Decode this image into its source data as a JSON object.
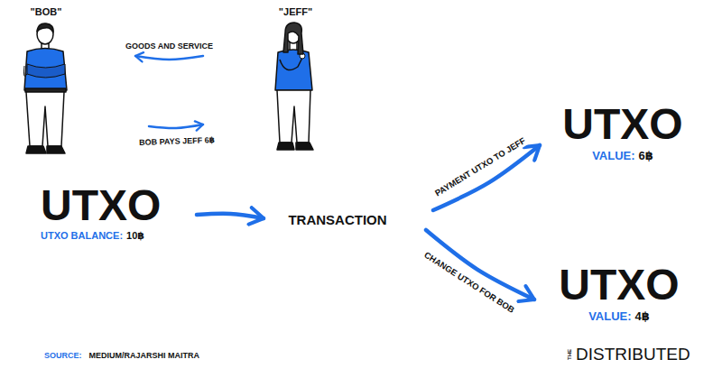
{
  "diagram": {
    "nodes": [
      {
        "text": [
          "\"BOB\""
        ]
      },
      {
        "text": [
          "\"JEFF\""
        ]
      },
      {
        "text": [
          "UTXO",
          "UTXO BALANCE:",
          "10฿"
        ]
      },
      {
        "text": [
          "TRANSACTION"
        ]
      },
      {
        "text": [
          "UTXO",
          "VALUE:",
          "6฿"
        ]
      },
      {
        "text": [
          "UTXO",
          "VALUE:",
          "4฿"
        ]
      }
    ],
    "edges": [
      {
        "from": 1,
        "to": 0,
        "label": "GOODS AND SERVICE",
        "arrow": "to"
      },
      {
        "from": 0,
        "to": 1,
        "label": "BOB PAYS JEFF 6฿",
        "arrow": "to"
      },
      {
        "from": 2,
        "to": 3,
        "arrow": "to"
      },
      {
        "from": 3,
        "to": 4,
        "label": "PAYMENT UTXO TO JEFF",
        "arrow": "to"
      },
      {
        "from": 3,
        "to": 5,
        "label": "CHANGE UTXO FOR BOB",
        "arrow": "to"
      }
    ],
    "labels": [
      "SOURCE:",
      "MEDIUM/RAJARSHI MAITRA",
      "THE",
      "DISTRIBUTED"
    ]
  }
}
